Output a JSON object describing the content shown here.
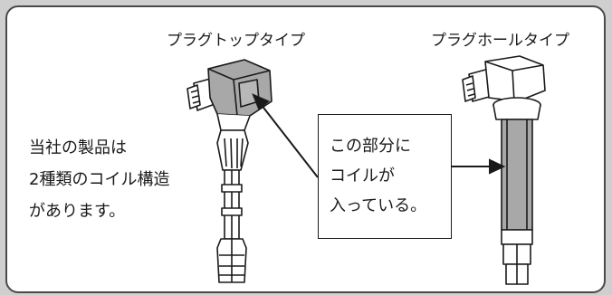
{
  "labels": {
    "plug_top_type": "プラグトップタイプ",
    "plug_hole_type": "プラグホールタイプ"
  },
  "description": {
    "lines": [
      "当社の製品は",
      "2種類のコイル構造",
      "があります。"
    ]
  },
  "callout": {
    "lines": [
      "この部分に",
      "コイルが",
      "入っている。"
    ]
  },
  "colors": {
    "background": "#cfcfcf",
    "panel": "#ffffff",
    "coil_highlight": "#a8a8a8",
    "outline": "#1a1a1a"
  }
}
